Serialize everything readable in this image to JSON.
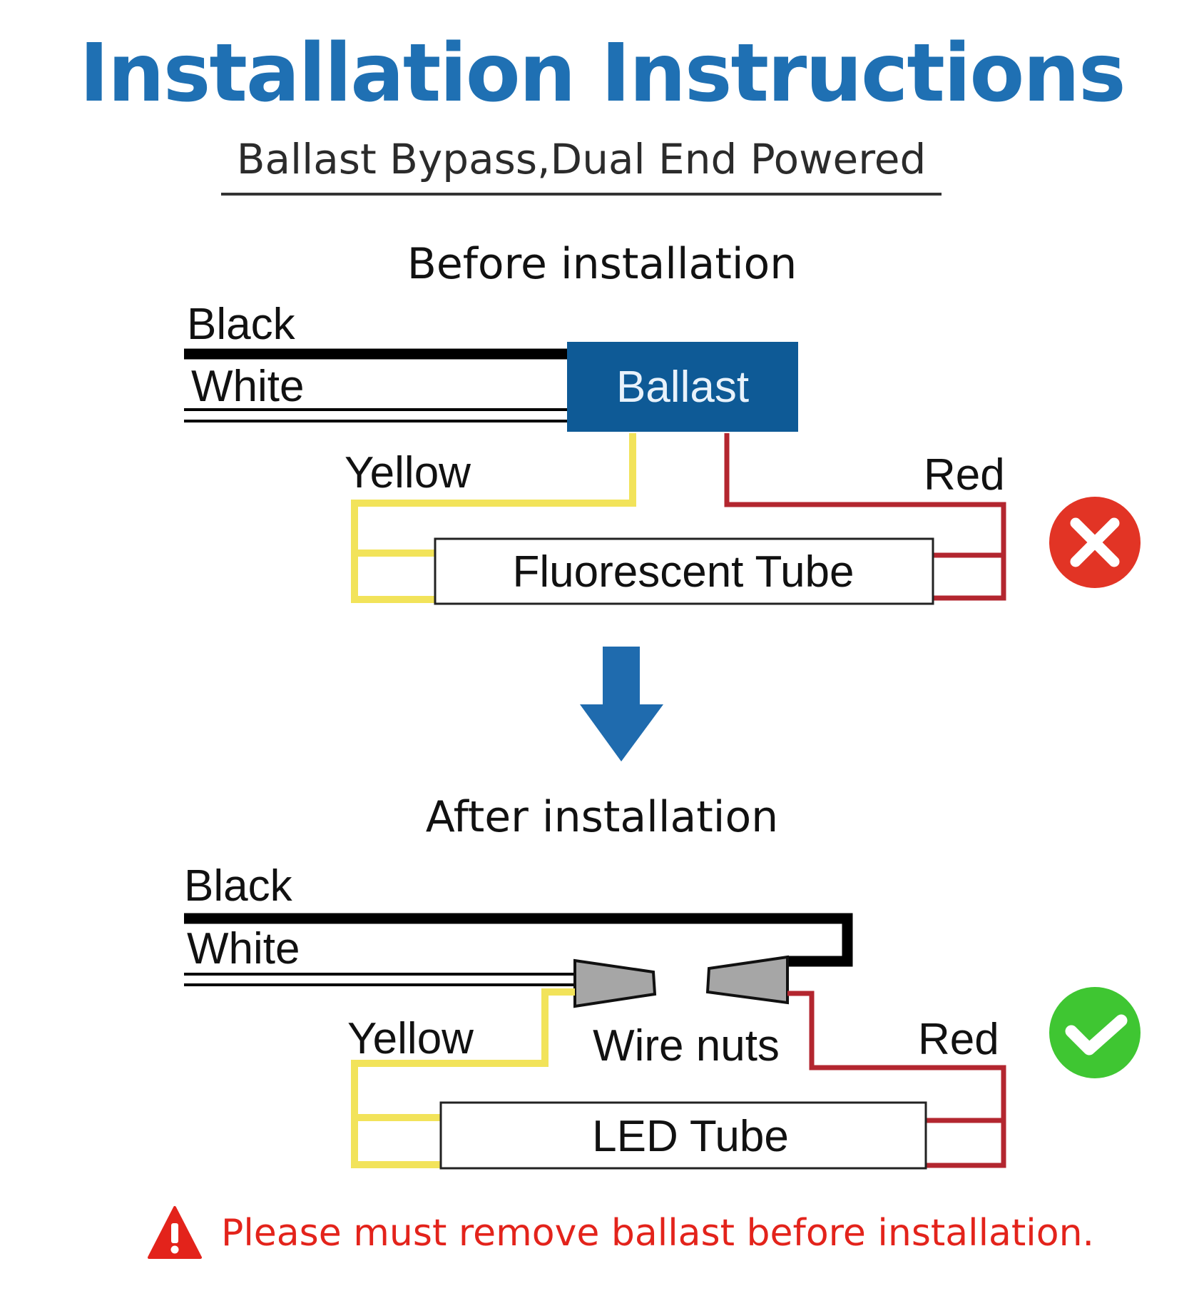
{
  "title": "Installation Instructions",
  "subtitle": "Ballast Bypass,Dual End Powered",
  "before": {
    "heading": "Before installation",
    "wires": {
      "black": "Black",
      "white": "White",
      "yellow": "Yellow",
      "red": "Red"
    },
    "ballast_label": "Ballast",
    "tube_label": "Fluorescent Tube",
    "status_icon": "x-icon"
  },
  "after": {
    "heading": "After installation",
    "wires": {
      "black": "Black",
      "white": "White",
      "yellow": "Yellow",
      "red": "Red"
    },
    "connector_label": "Wire nuts",
    "tube_label": "LED Tube",
    "status_icon": "check-icon"
  },
  "warning": {
    "icon": "warning-triangle-icon",
    "text": "Please must remove ballast before installation."
  },
  "colors": {
    "title": "#1f70b3",
    "ballast": "#0e5a96",
    "arrow": "#1f6bae",
    "yellow_wire": "#f2e35a",
    "red_wire": "#b3262f",
    "cross_badge": "#e23425",
    "check_badge": "#3fc632",
    "warning": "#e3231b"
  }
}
